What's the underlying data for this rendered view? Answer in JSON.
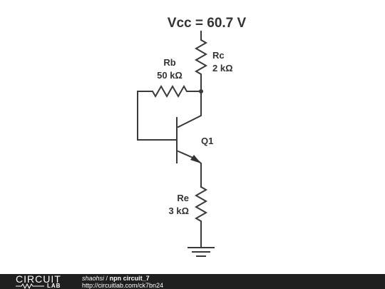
{
  "schematic": {
    "supply_label": "Vcc = 60.7 V",
    "rc_name": "Rc",
    "rc_value": "2 kΩ",
    "rb_name": "Rb",
    "rb_value": "50 kΩ",
    "transistor_name": "Q1",
    "re_name": "Re",
    "re_value": "3 kΩ"
  },
  "footer": {
    "logo_circuit": "CIRCUIT",
    "logo_lab": "LAB",
    "author": "shaohsi",
    "separator": "/",
    "circuit_title": "npn circuit_7",
    "url": "http://circuitlab.com/ck7bn24"
  }
}
